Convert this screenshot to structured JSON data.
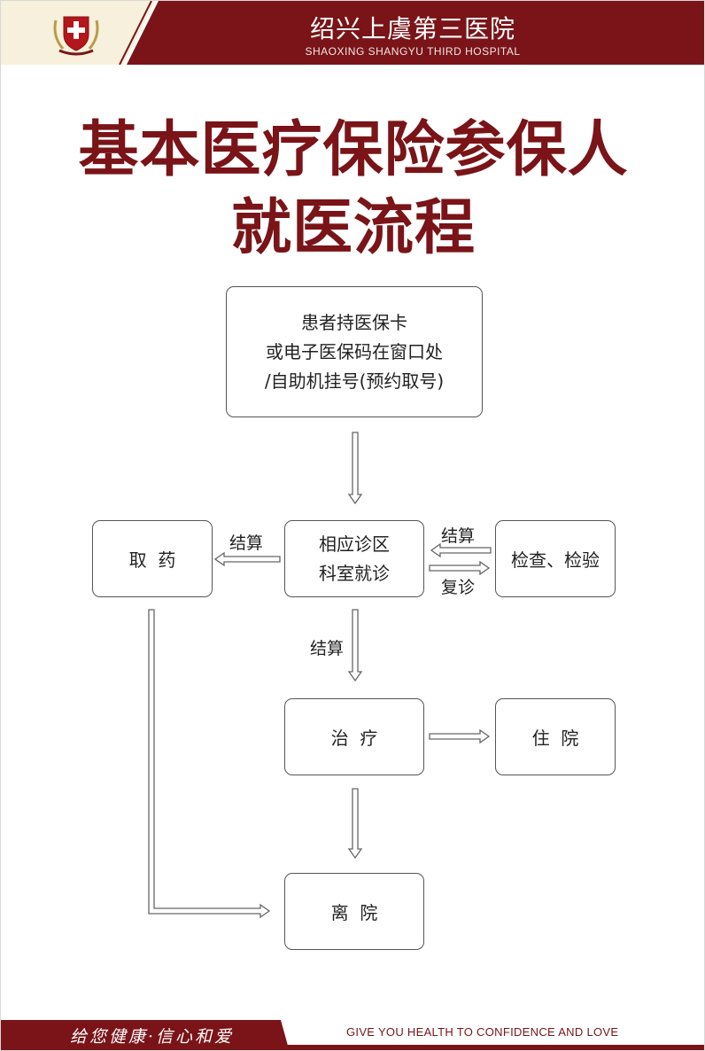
{
  "header": {
    "hospital_name_cn": "绍兴上虞第三医院",
    "hospital_name_en": "SHAOXING SHANGYU THIRD HOSPITAL"
  },
  "title": {
    "line1": "基本医疗保险参保人",
    "line2": "就医流程"
  },
  "flow": {
    "start": {
      "line1": "患者持医保卡",
      "line2": "或电子医保码在窗口处",
      "line3": "/自助机挂号(预约取号)"
    },
    "department": {
      "line1": "相应诊区",
      "line2": "科室就诊"
    },
    "pharmacy": "取  药",
    "exam": "检查、检验",
    "treatment": "治  疗",
    "hospitalization": "住  院",
    "discharge": "离  院",
    "labels": {
      "settle_pharmacy": "结算",
      "settle_exam": "结算",
      "revisit": "复诊",
      "settle_treatment": "结算"
    }
  },
  "footer": {
    "slogan_cn": "给您健康·信心和爱",
    "slogan_en": "GIVE YOU HEALTH TO CONFIDENCE AND LOVE"
  },
  "colors": {
    "brand_dark_red": "#7a1418",
    "cream": "#f6f0dc",
    "box_border": "#555555",
    "arrow_gray": "#666666"
  }
}
